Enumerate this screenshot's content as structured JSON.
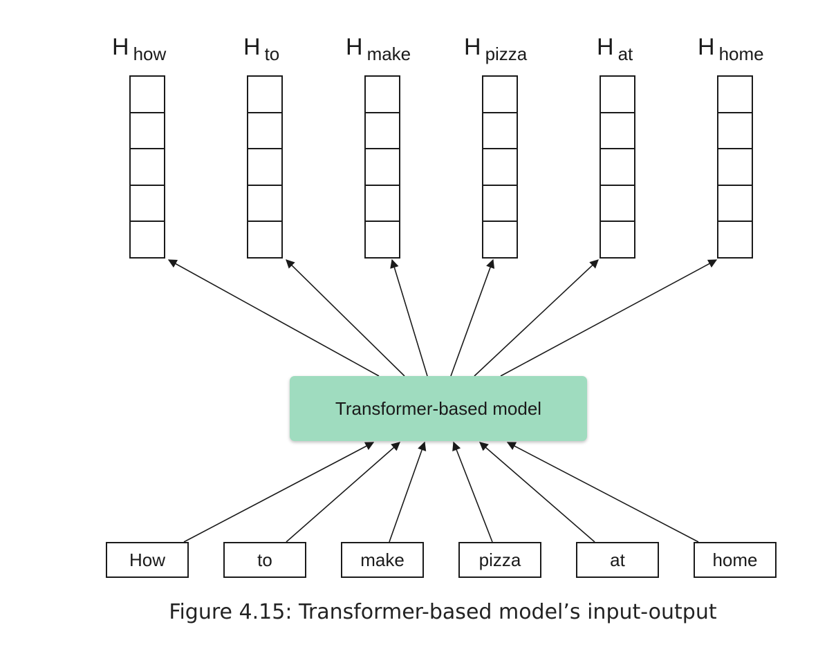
{
  "outputs": [
    {
      "symbol": "H",
      "sub": "how"
    },
    {
      "symbol": "H",
      "sub": "to"
    },
    {
      "symbol": "H",
      "sub": "make"
    },
    {
      "symbol": "H",
      "sub": "pizza"
    },
    {
      "symbol": "H",
      "sub": "at"
    },
    {
      "symbol": "H",
      "sub": "home"
    }
  ],
  "model": {
    "label": "Transformer-based model",
    "color": "#9fdcbf"
  },
  "inputs": [
    "How",
    "to",
    "make",
    "pizza",
    "at",
    "home"
  ],
  "caption": "Figure 4.15: Transformer-based model’s input-output"
}
